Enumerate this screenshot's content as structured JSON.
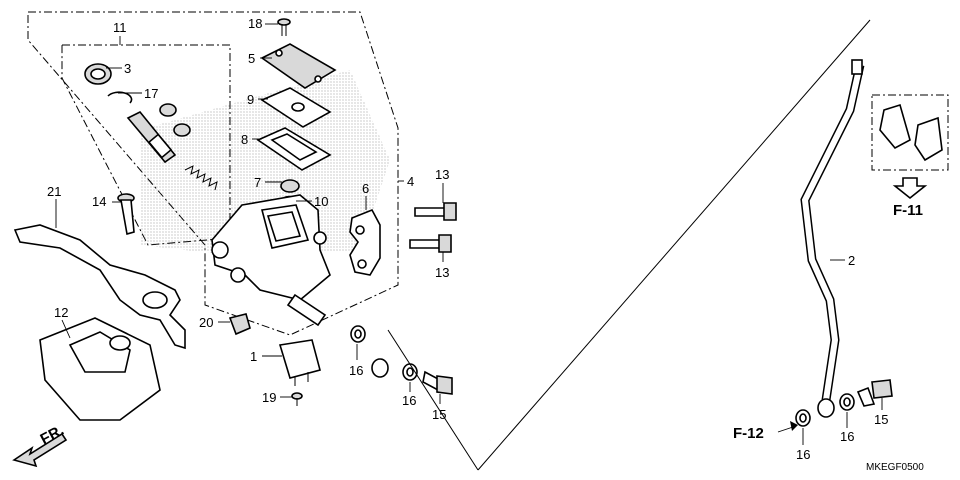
{
  "callouts": {
    "c1": "1",
    "c2": "2",
    "c3": "3",
    "c4": "4",
    "c5": "5",
    "c6": "6",
    "c7": "7",
    "c8": "8",
    "c9": "9",
    "c10": "10",
    "c11": "11",
    "c12": "12",
    "c13a": "13",
    "c13b": "13",
    "c14": "14",
    "c15a": "15",
    "c15b": "15",
    "c16a": "16",
    "c16b": "16",
    "c16c": "16",
    "c16d": "16",
    "c17": "17",
    "c18": "18",
    "c19": "19",
    "c20": "20",
    "c21": "21"
  },
  "references": {
    "f11": "F-11",
    "f12": "F-12",
    "front": "FR."
  },
  "diagram_code": "MKEGF0500",
  "colors": {
    "line": "#000000",
    "shading": "#d9d9d9",
    "background": "#ffffff"
  }
}
